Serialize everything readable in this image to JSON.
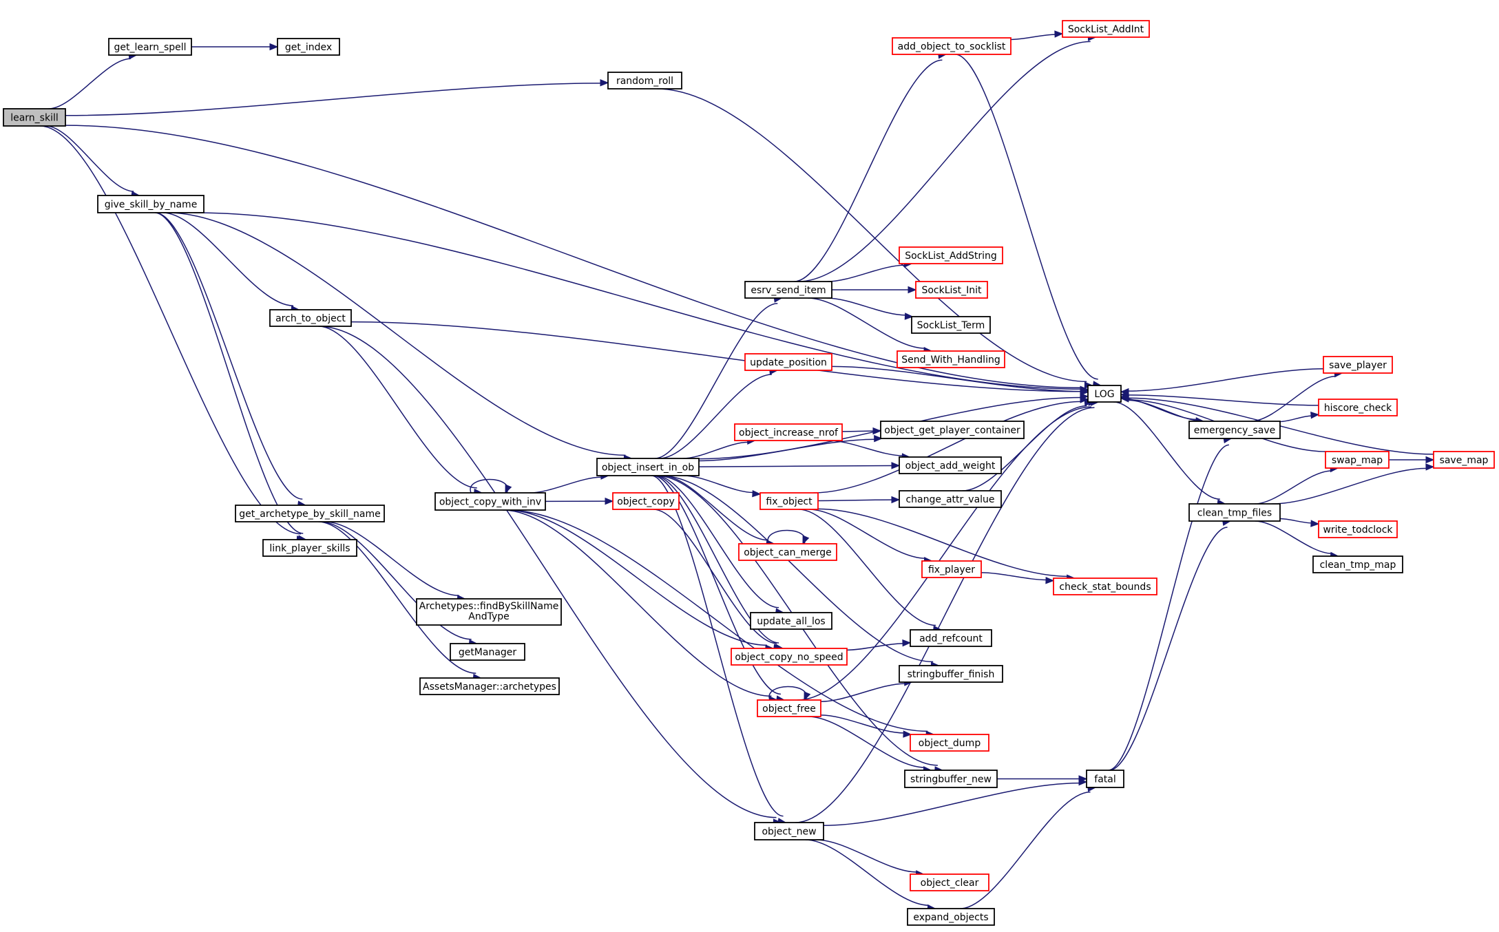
{
  "diagram": {
    "edge_color": "#191970",
    "root_fill": "#bfbfbf",
    "truncated_border_color": "#ff0000",
    "nodes": [
      {
        "id": "learn_skill",
        "label": "learn_skill",
        "style": "root"
      },
      {
        "id": "get_learn_spell",
        "label": "get_learn_spell",
        "style": "normal"
      },
      {
        "id": "get_index",
        "label": "get_index",
        "style": "normal"
      },
      {
        "id": "random_roll",
        "label": "random_roll",
        "style": "normal"
      },
      {
        "id": "give_skill_by_name",
        "label": "give_skill_by_name",
        "style": "normal"
      },
      {
        "id": "arch_to_object",
        "label": "arch_to_object",
        "style": "normal"
      },
      {
        "id": "get_archetype_by_skill_name",
        "label": "get_archetype_by_skill_name",
        "style": "normal"
      },
      {
        "id": "link_player_skills",
        "label": "link_player_skills",
        "style": "normal"
      },
      {
        "id": "findBySkillNameAndType",
        "label": "Archetypes::findBySkillName",
        "label2": "AndType",
        "style": "normal"
      },
      {
        "id": "getManager",
        "label": "getManager",
        "style": "normal"
      },
      {
        "id": "archetypes",
        "label": "AssetsManager::archetypes",
        "style": "normal"
      },
      {
        "id": "object_copy_with_inv",
        "label": "object_copy_with_inv",
        "style": "normal"
      },
      {
        "id": "object_insert_in_ob",
        "label": "object_insert_in_ob",
        "style": "normal"
      },
      {
        "id": "object_copy",
        "label": "object_copy",
        "style": "red"
      },
      {
        "id": "esrv_send_item",
        "label": "esrv_send_item",
        "style": "normal"
      },
      {
        "id": "add_object_to_socklist",
        "label": "add_object_to_socklist",
        "style": "red"
      },
      {
        "id": "SockList_AddInt",
        "label": "SockList_AddInt",
        "style": "red"
      },
      {
        "id": "SockList_AddString",
        "label": "SockList_AddString",
        "style": "red"
      },
      {
        "id": "SockList_Init",
        "label": "SockList_Init",
        "style": "red"
      },
      {
        "id": "SockList_Term",
        "label": "SockList_Term",
        "style": "normal"
      },
      {
        "id": "Send_With_Handling",
        "label": "Send_With_Handling",
        "style": "red"
      },
      {
        "id": "update_position",
        "label": "update_position",
        "style": "red"
      },
      {
        "id": "object_increase_nrof",
        "label": "object_increase_nrof",
        "style": "red"
      },
      {
        "id": "object_get_player_container",
        "label": "object_get_player_container",
        "style": "normal"
      },
      {
        "id": "object_add_weight",
        "label": "object_add_weight",
        "style": "normal"
      },
      {
        "id": "fix_object",
        "label": "fix_object",
        "style": "red"
      },
      {
        "id": "change_attr_value",
        "label": "change_attr_value",
        "style": "normal"
      },
      {
        "id": "object_can_merge",
        "label": "object_can_merge",
        "style": "red"
      },
      {
        "id": "fix_player",
        "label": "fix_player",
        "style": "red"
      },
      {
        "id": "check_stat_bounds",
        "label": "check_stat_bounds",
        "style": "red"
      },
      {
        "id": "update_all_los",
        "label": "update_all_los",
        "style": "normal"
      },
      {
        "id": "add_refcount",
        "label": "add_refcount",
        "style": "normal"
      },
      {
        "id": "object_copy_no_speed",
        "label": "object_copy_no_speed",
        "style": "red"
      },
      {
        "id": "stringbuffer_finish",
        "label": "stringbuffer_finish",
        "style": "normal"
      },
      {
        "id": "object_free",
        "label": "object_free",
        "style": "red"
      },
      {
        "id": "object_dump",
        "label": "object_dump",
        "style": "red"
      },
      {
        "id": "stringbuffer_new",
        "label": "stringbuffer_new",
        "style": "normal"
      },
      {
        "id": "object_new",
        "label": "object_new",
        "style": "normal"
      },
      {
        "id": "object_clear",
        "label": "object_clear",
        "style": "red"
      },
      {
        "id": "expand_objects",
        "label": "expand_objects",
        "style": "normal"
      },
      {
        "id": "LOG",
        "label": "LOG",
        "style": "normal"
      },
      {
        "id": "fatal",
        "label": "fatal",
        "style": "normal"
      },
      {
        "id": "emergency_save",
        "label": "emergency_save",
        "style": "normal"
      },
      {
        "id": "clean_tmp_files",
        "label": "clean_tmp_files",
        "style": "normal"
      },
      {
        "id": "save_player",
        "label": "save_player",
        "style": "red"
      },
      {
        "id": "hiscore_check",
        "label": "hiscore_check",
        "style": "red"
      },
      {
        "id": "swap_map",
        "label": "swap_map",
        "style": "red"
      },
      {
        "id": "save_map",
        "label": "save_map",
        "style": "red"
      },
      {
        "id": "write_todclock",
        "label": "write_todclock",
        "style": "red"
      },
      {
        "id": "clean_tmp_map",
        "label": "clean_tmp_map",
        "style": "normal"
      }
    ],
    "edges": [
      [
        "learn_skill",
        "get_learn_spell"
      ],
      [
        "learn_skill",
        "random_roll"
      ],
      [
        "learn_skill",
        "LOG"
      ],
      [
        "learn_skill",
        "give_skill_by_name"
      ],
      [
        "learn_skill",
        "link_player_skills"
      ],
      [
        "get_learn_spell",
        "get_index"
      ],
      [
        "random_roll",
        "LOG"
      ],
      [
        "give_skill_by_name",
        "LOG"
      ],
      [
        "give_skill_by_name",
        "arch_to_object"
      ],
      [
        "give_skill_by_name",
        "object_insert_in_ob"
      ],
      [
        "give_skill_by_name",
        "get_archetype_by_skill_name"
      ],
      [
        "give_skill_by_name",
        "link_player_skills"
      ],
      [
        "arch_to_object",
        "LOG"
      ],
      [
        "arch_to_object",
        "object_copy_with_inv"
      ],
      [
        "arch_to_object",
        "object_new"
      ],
      [
        "get_archetype_by_skill_name",
        "findBySkillNameAndType"
      ],
      [
        "get_archetype_by_skill_name",
        "getManager"
      ],
      [
        "get_archetype_by_skill_name",
        "archetypes"
      ],
      [
        "object_copy_with_inv",
        "object_copy_with_inv"
      ],
      [
        "object_copy_with_inv",
        "object_insert_in_ob"
      ],
      [
        "object_copy_with_inv",
        "object_copy"
      ],
      [
        "object_copy_with_inv",
        "object_copy_no_speed"
      ],
      [
        "object_copy_with_inv",
        "object_dump"
      ],
      [
        "object_copy_with_inv",
        "object_free"
      ],
      [
        "object_copy",
        "object_copy_no_speed"
      ],
      [
        "object_insert_in_ob",
        "LOG"
      ],
      [
        "object_insert_in_ob",
        "esrv_send_item"
      ],
      [
        "object_insert_in_ob",
        "update_position"
      ],
      [
        "object_insert_in_ob",
        "object_get_player_container"
      ],
      [
        "object_insert_in_ob",
        "object_increase_nrof"
      ],
      [
        "object_insert_in_ob",
        "object_add_weight"
      ],
      [
        "object_insert_in_ob",
        "fix_object"
      ],
      [
        "object_insert_in_ob",
        "object_can_merge"
      ],
      [
        "object_insert_in_ob",
        "update_all_los"
      ],
      [
        "object_insert_in_ob",
        "object_copy_no_speed"
      ],
      [
        "object_insert_in_ob",
        "stringbuffer_finish"
      ],
      [
        "object_insert_in_ob",
        "object_free"
      ],
      [
        "object_insert_in_ob",
        "stringbuffer_new"
      ],
      [
        "object_insert_in_ob",
        "object_new"
      ],
      [
        "esrv_send_item",
        "add_object_to_socklist"
      ],
      [
        "esrv_send_item",
        "SockList_AddInt"
      ],
      [
        "esrv_send_item",
        "SockList_AddString"
      ],
      [
        "esrv_send_item",
        "SockList_Init"
      ],
      [
        "esrv_send_item",
        "SockList_Term"
      ],
      [
        "esrv_send_item",
        "Send_With_Handling"
      ],
      [
        "add_object_to_socklist",
        "SockList_AddInt"
      ],
      [
        "add_object_to_socklist",
        "LOG"
      ],
      [
        "update_position",
        "LOG"
      ],
      [
        "object_increase_nrof",
        "object_get_player_container"
      ],
      [
        "object_increase_nrof",
        "object_add_weight"
      ],
      [
        "fix_object",
        "change_attr_value"
      ],
      [
        "fix_object",
        "LOG"
      ],
      [
        "fix_object",
        "fix_player"
      ],
      [
        "fix_object",
        "check_stat_bounds"
      ],
      [
        "fix_object",
        "add_refcount"
      ],
      [
        "change_attr_value",
        "LOG"
      ],
      [
        "object_can_merge",
        "object_can_merge"
      ],
      [
        "fix_player",
        "check_stat_bounds"
      ],
      [
        "object_copy_no_speed",
        "add_refcount"
      ],
      [
        "object_free",
        "object_free"
      ],
      [
        "object_free",
        "stringbuffer_finish"
      ],
      [
        "object_free",
        "LOG"
      ],
      [
        "object_free",
        "object_dump"
      ],
      [
        "object_free",
        "stringbuffer_new"
      ],
      [
        "stringbuffer_new",
        "fatal"
      ],
      [
        "object_new",
        "LOG"
      ],
      [
        "object_new",
        "fatal"
      ],
      [
        "object_new",
        "object_clear"
      ],
      [
        "object_new",
        "expand_objects"
      ],
      [
        "expand_objects",
        "fatal"
      ],
      [
        "fatal",
        "emergency_save"
      ],
      [
        "fatal",
        "clean_tmp_files"
      ],
      [
        "LOG",
        "emergency_save"
      ],
      [
        "LOG",
        "clean_tmp_files"
      ],
      [
        "emergency_save",
        "LOG"
      ],
      [
        "emergency_save",
        "save_player"
      ],
      [
        "emergency_save",
        "hiscore_check"
      ],
      [
        "save_player",
        "LOG"
      ],
      [
        "hiscore_check",
        "LOG"
      ],
      [
        "swap_map",
        "LOG"
      ],
      [
        "swap_map",
        "save_map"
      ],
      [
        "save_map",
        "LOG"
      ],
      [
        "clean_tmp_files",
        "swap_map"
      ],
      [
        "clean_tmp_files",
        "save_map"
      ],
      [
        "clean_tmp_files",
        "write_todclock"
      ],
      [
        "clean_tmp_files",
        "clean_tmp_map"
      ]
    ]
  }
}
